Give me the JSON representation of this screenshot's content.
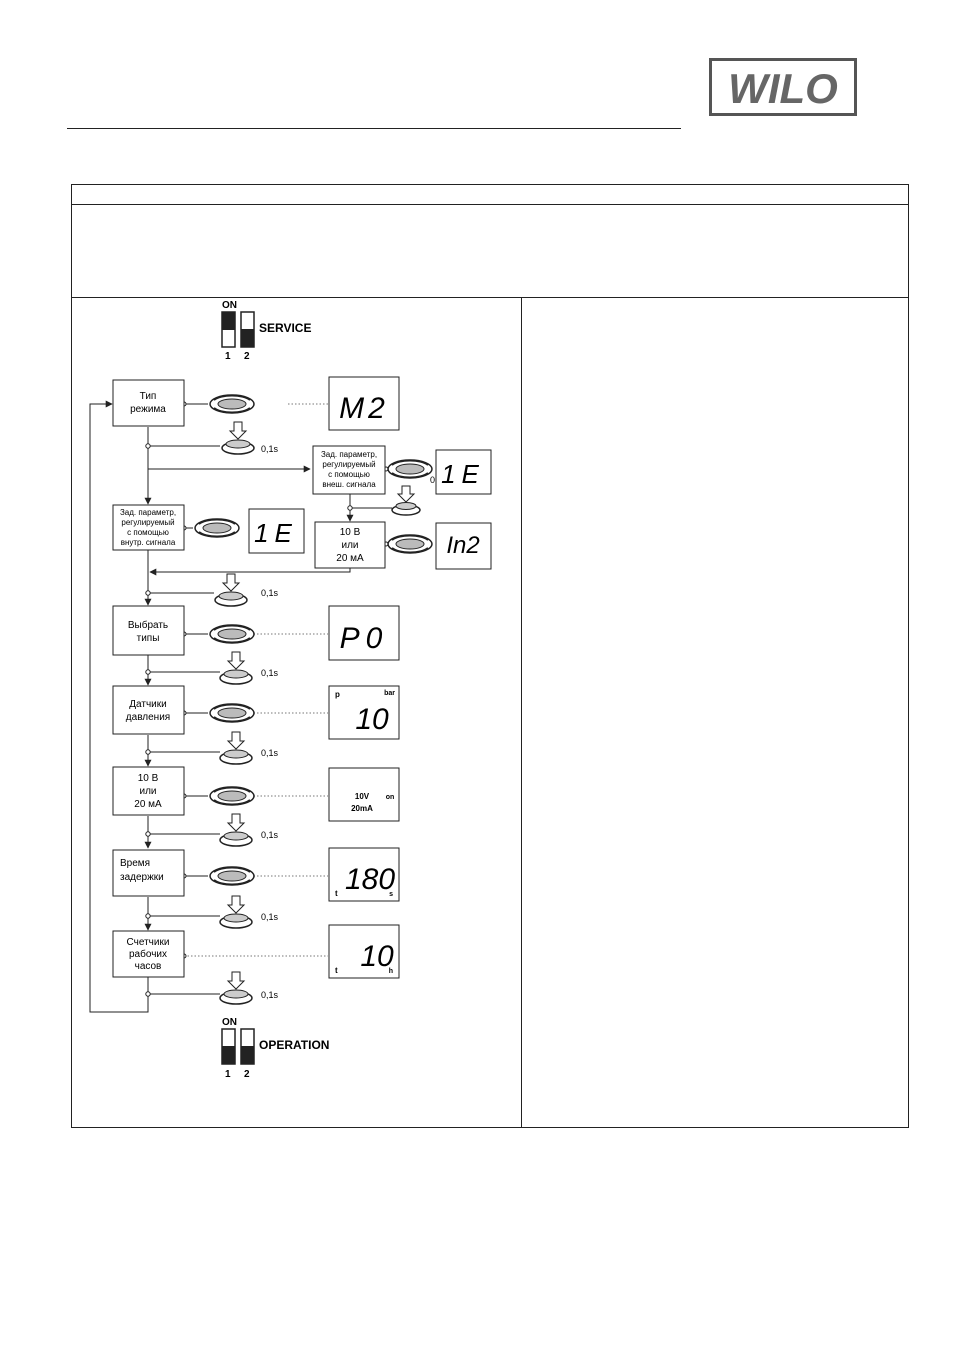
{
  "logo": {
    "text": "WILO"
  },
  "switches": {
    "on_label": "ON",
    "numbers": [
      "1",
      "2"
    ],
    "top_label": "SERVICE",
    "bottom_label": "OPERATION"
  },
  "press_time": "0,1s",
  "steps": {
    "mode": [
      "Тип",
      "режима"
    ],
    "internal": [
      "Зад. параметр,",
      "регулируемый",
      "с помощью",
      "внутр. сигнала"
    ],
    "external": [
      "Зад. параметр,",
      "регулируемый",
      "с помощью",
      "внеш. сигнала"
    ],
    "signal_ext": [
      "10 В",
      "или",
      "20 мА"
    ],
    "select": [
      "Выбрать",
      "типы"
    ],
    "sensors": [
      "Датчики",
      "давления"
    ],
    "signal": [
      "10 В",
      "или",
      "20 мА"
    ],
    "delay": [
      "Время",
      "задержки"
    ],
    "hours": [
      "Счетчики",
      "рабочих",
      "часов"
    ]
  },
  "displays": {
    "mode": {
      "main": "M2"
    },
    "external": {
      "main": "1E"
    },
    "internal": {
      "main": "1E"
    },
    "signal_ext": {
      "main": "In2"
    },
    "select": {
      "main": "P0"
    },
    "sensors": {
      "main": "10",
      "left": "p",
      "right": "bar"
    },
    "signal": {
      "top": "10V",
      "right": "on",
      "bottom": "20mA"
    },
    "delay": {
      "main": "180",
      "left": "t",
      "right": "s"
    },
    "hours": {
      "main": "10",
      "left": "t",
      "right": "h"
    }
  },
  "colors": {
    "line": "#222222",
    "box_fill": "#ffffff",
    "knob": "#555555"
  }
}
